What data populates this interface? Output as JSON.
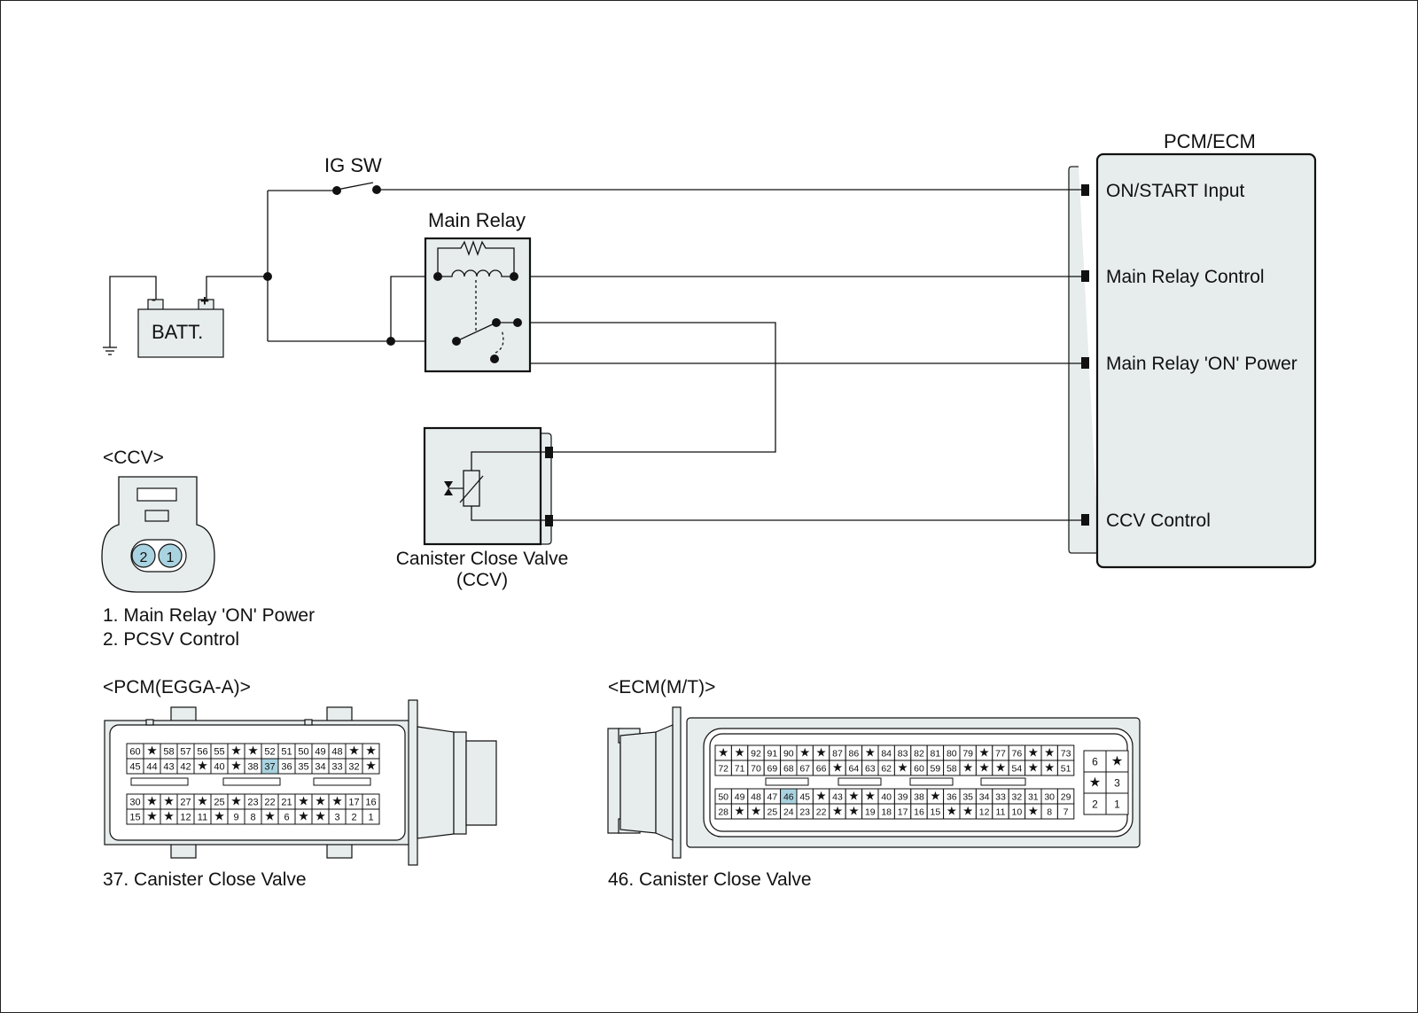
{
  "ig_sw": "IG SW",
  "pcm_ecm_title": "PCM/ECM",
  "main_relay_title": "Main Relay",
  "batt_label": "BATT.",
  "batt_neg": "-",
  "batt_pos": "+",
  "pcm_terminals": [
    "ON/START Input",
    "Main Relay Control",
    "Main Relay 'ON' Power",
    "CCV Control"
  ],
  "ccv_title": "<CCV>",
  "ccv_component_name": "Canister Close Valve",
  "ccv_component_abbr": "(CCV)",
  "ccv_pins": [
    "2",
    "1"
  ],
  "ccv_legend": [
    "1. Main Relay 'ON' Power",
    "2. PCSV Control"
  ],
  "pcm_connector_title": "<PCM(EGGA-A)>",
  "pcm_connector_note": "37. Canister Close Valve",
  "ecm_connector_title": "<ECM(M/T)>",
  "ecm_connector_note": "46. Canister Close Valve",
  "highlight_color": "#a9d3e0",
  "body_fill": "#e7ecec",
  "pcm_connector": {
    "highlight_pin": "37",
    "top_rows": [
      [
        "60",
        "*",
        "58",
        "57",
        "56",
        "55",
        "*",
        "*",
        "52",
        "51",
        "50",
        "49",
        "48",
        "*",
        "*"
      ],
      [
        "45",
        "44",
        "43",
        "42",
        "*",
        "40",
        "*",
        "38",
        "37",
        "36",
        "35",
        "34",
        "33",
        "32",
        "*"
      ]
    ],
    "bottom_rows": [
      [
        "30",
        "*",
        "*",
        "27",
        "*",
        "25",
        "*",
        "23",
        "22",
        "21",
        "*",
        "*",
        "*",
        "17",
        "16"
      ],
      [
        "15",
        "*",
        "*",
        "12",
        "11",
        "*",
        "9",
        "8",
        "*",
        "6",
        "*",
        "*",
        "3",
        "2",
        "1"
      ]
    ]
  },
  "ecm_connector": {
    "highlight_pin": "46",
    "top_rows": [
      [
        "*",
        "*",
        "92",
        "91",
        "90",
        "*",
        "*",
        "87",
        "86",
        "*",
        "84",
        "83",
        "82",
        "81",
        "80",
        "79",
        "*",
        "77",
        "76",
        "*",
        "*",
        "73"
      ],
      [
        "72",
        "71",
        "70",
        "69",
        "68",
        "67",
        "66",
        "*",
        "64",
        "63",
        "62",
        "*",
        "60",
        "59",
        "58",
        "*",
        "*",
        "*",
        "54",
        "*",
        "*",
        "51"
      ]
    ],
    "bottom_rows": [
      [
        "50",
        "49",
        "48",
        "47",
        "46",
        "45",
        "*",
        "43",
        "*",
        "*",
        "40",
        "39",
        "38",
        "*",
        "36",
        "35",
        "34",
        "33",
        "32",
        "31",
        "30",
        "29"
      ],
      [
        "28",
        "*",
        "*",
        "25",
        "24",
        "23",
        "22",
        "*",
        "*",
        "19",
        "18",
        "17",
        "16",
        "15",
        "*",
        "*",
        "12",
        "11",
        "10",
        "*",
        "8",
        "7"
      ]
    ],
    "side_block": [
      [
        "6",
        "*"
      ],
      [
        "*",
        "3"
      ],
      [
        "2",
        "1"
      ]
    ]
  }
}
